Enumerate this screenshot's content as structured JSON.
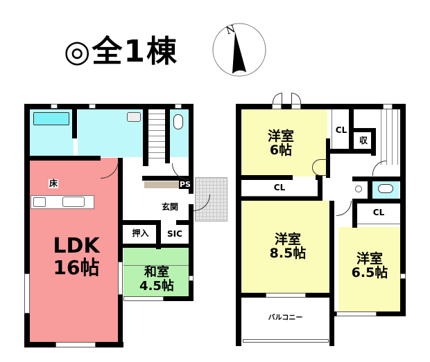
{
  "header": {
    "title": "◎全1棟",
    "compass": {
      "label": "N",
      "icon": "north-arrow-compass"
    }
  },
  "colors": {
    "ldk": "#f89c9c",
    "wet_area": "#bff8fb",
    "tatami": "#b8f2b0",
    "western_room": "#fbfbba",
    "wall": "#000000",
    "storage_counter": "#c9bca8",
    "porch": "#e6e6e6"
  },
  "floor1": {
    "rooms": {
      "ldk": {
        "name": "LDK",
        "size": "16帖"
      },
      "washitsu": {
        "name": "和室",
        "size": "4.5帖"
      },
      "floor_storage": "床",
      "oshiire": "押入",
      "genkan": "玄関",
      "sic": "SIC",
      "ps": "PS"
    }
  },
  "floor2": {
    "rooms": {
      "western6": {
        "name": "洋室",
        "size": "6帖"
      },
      "western85": {
        "name": "洋室",
        "size": "8.5帖"
      },
      "western65": {
        "name": "洋室",
        "size": "6.5帖"
      },
      "cl1": "CL",
      "cl2": "CL",
      "cl3": "CL",
      "shu": "収",
      "balcony": "バルコニー"
    }
  }
}
